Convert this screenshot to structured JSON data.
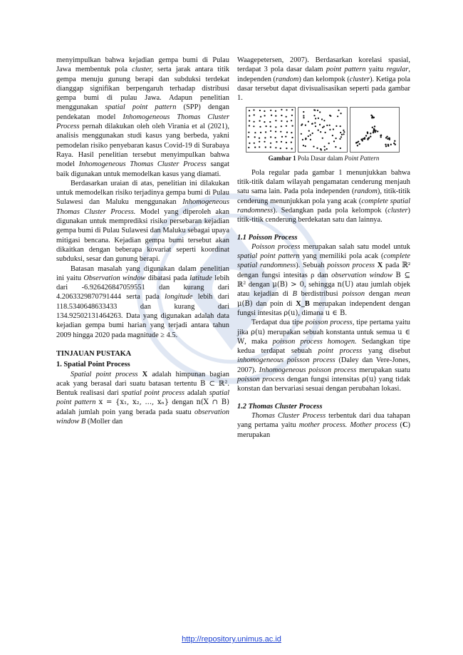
{
  "left": {
    "p1": [
      {
        "t": "menyimpulkan bahwa kejadian gempa bumi di Pulau Jawa membentuk pola "
      },
      {
        "t": "cluster,",
        "i": true
      },
      {
        "t": " serta jarak antara titik gempa menuju gunung berapi dan subduksi terdekat dianggap signifikan berpengaruh terhadap distribusi gempa bumi di pulau Jawa. Adapun penelitian menggunakan "
      },
      {
        "t": "spatial point pattern",
        "i": true
      },
      {
        "t": " (SPP) dengan pendekatan model "
      },
      {
        "t": "Inhomogeneous Thomas Cluster Process",
        "i": true
      },
      {
        "t": " pernah dilakukan oleh oleh Virania et al (2021), analisis menggunakan studi kasus yang berbeda, yakni pemodelan risiko penyebaran kasus Covid-19 di Surabaya Raya. Hasil penelitian tersebut menyimpulkan bahwa model "
      },
      {
        "t": "Inhomogeneous Thomas Cluster Process",
        "i": true
      },
      {
        "t": " sangat baik digunakan untuk memodelkan kasus yang diamati."
      }
    ],
    "p2": [
      {
        "t": "Berdasarkan uraian di atas, penelitian ini dilakukan untuk memodelkan risiko terjadinya gempa bumi di Pulau Sulawesi dan Maluku menggunakan "
      },
      {
        "t": "Inhomogeneous Thomas Cluster Process.",
        "i": true
      },
      {
        "t": " Model yang diperoleh akan digunakan untuk memprediksi risiko persebaran kejadian gempa bumi di Pulau Sulawesi dan Maluku sebagai upaya mitigasi bencana. Kejadian gempa bumi tersebut akan dikaitkan dengan beberapa kovariat seperti koordinat subduksi, sesar dan gunung berapi."
      }
    ],
    "p3": [
      {
        "t": "Batasan masalah yang digunakan dalam penelitian ini yaitu "
      },
      {
        "t": "Observation window",
        "i": true
      },
      {
        "t": " dibatasi pada "
      },
      {
        "t": "latitude",
        "i": true
      },
      {
        "t": " lebih dari -6.926426847059551 dan kurang dari 4.2063329870791444 serta pada "
      },
      {
        "t": "longitude",
        "i": true
      },
      {
        "t": " lebih dari 118.5340648633433 dan kurang dari 134.92502131464263. Data yang digunakan adalah data kejadian gempa bumi harian yang terjadi antara tahun 2009 hingga 2020 pada magnitude ≥ 4.5."
      }
    ],
    "heading": "TINJAUAN PUSTAKA",
    "subheading": "1.  Spatial Point Process",
    "p4": [
      {
        "t": "Spatial point process",
        "i": true
      },
      {
        "t": " X",
        "b": true
      },
      {
        "t": " adalah himpunan bagian acak yang berasal dari suatu batasan tertentu "
      },
      {
        "t": "B ⊂ ℝ²",
        "m": true
      },
      {
        "t": ". Bentuk realisasi dari "
      },
      {
        "t": "spatial point process",
        "i": true
      },
      {
        "t": " adalah "
      },
      {
        "t": "spatial point pattern",
        "i": true
      },
      {
        "t": " "
      },
      {
        "t": "x = {x₁, x₂, ..., xₙ}",
        "m": true
      },
      {
        "t": " dengan "
      },
      {
        "t": "n(X ∩ B)",
        "m": true
      },
      {
        "t": " adalah jumlah poin yang berada pada suatu "
      },
      {
        "t": "observation window B",
        "i": true
      },
      {
        "t": " (Moller dan"
      }
    ]
  },
  "right": {
    "p1": [
      {
        "t": "Waagepetersen, 2007). Berdasarkan korelasi spasial, terdapat 3 pola dasar dalam "
      },
      {
        "t": "point pattern",
        "i": true
      },
      {
        "t": " yaitu "
      },
      {
        "t": "regular",
        "i": true
      },
      {
        "t": ", independen ("
      },
      {
        "t": "random",
        "i": true
      },
      {
        "t": ") dan kelompok ("
      },
      {
        "t": "cluster",
        "i": true
      },
      {
        "t": "). Ketiga pola dasar tersebut dapat divisualisasikan seperti pada gambar 1."
      }
    ],
    "caption_bold": "Gambar 1",
    "caption_text": " Pola Dasar dalam ",
    "caption_italic": "Point Pattern",
    "p2": [
      {
        "t": "Pola regular pada gambar 1 menunjukkan bahwa titik-titik dalam wilayah pengamatan cenderung menjauh satu sama lain. Pada pola independen ("
      },
      {
        "t": "random",
        "i": true
      },
      {
        "t": "), titik-titik cenderung menunjukkan pola yang acak ("
      },
      {
        "t": "complete spatial randomness",
        "i": true
      },
      {
        "t": "). Sedangkan pada pola kelompok ("
      },
      {
        "t": "cluster",
        "i": true
      },
      {
        "t": ") titik-titik cenderung berdekatan satu dan lainnya."
      }
    ],
    "sub1": "1.1   Poisson Process",
    "p3": [
      {
        "t": "Poisson process",
        "i": true
      },
      {
        "t": " merupakan salah satu model untuk "
      },
      {
        "t": "spatial point pattern",
        "i": true
      },
      {
        "t": " yang memiliki pola acak ("
      },
      {
        "t": "complete spatial randomness",
        "i": true
      },
      {
        "t": "). Sebuah "
      },
      {
        "t": "poisson process",
        "i": true
      },
      {
        "t": " X",
        "b": true
      },
      {
        "t": " pada ℝ² dengan fungsi intesitas ρ dan "
      },
      {
        "t": "observation window",
        "i": true
      },
      {
        "t": " "
      },
      {
        "t": "B ⊆ ℝ²",
        "m": true
      },
      {
        "t": " dengan "
      },
      {
        "t": "μ(B) > 0",
        "m": true
      },
      {
        "t": ", sehingga "
      },
      {
        "t": "n(U)",
        "m": true
      },
      {
        "t": " atau jumlah objek atau kejadian di "
      },
      {
        "t": "B",
        "i": true
      },
      {
        "t": " berdistribusi "
      },
      {
        "t": "poisson",
        "i": true
      },
      {
        "t": " dengan "
      },
      {
        "t": "mean",
        "i": true
      },
      {
        "t": " "
      },
      {
        "t": "μ(B)",
        "m": true
      },
      {
        "t": " dan poin di "
      },
      {
        "t": "X_B",
        "b": true
      },
      {
        "t": " merupakan independent dengan fungsi intesitas "
      },
      {
        "t": "ρ(u)",
        "m": true
      },
      {
        "t": ", dimana "
      },
      {
        "t": "u ∈ B",
        "m": true
      },
      {
        "t": "."
      }
    ],
    "p4": [
      {
        "t": "Terdapat dua tipe "
      },
      {
        "t": "poisson process,",
        "i": true
      },
      {
        "t": " tipe pertama yaitu jika "
      },
      {
        "t": "ρ(u)",
        "m": true
      },
      {
        "t": " merupakan sebuah konstanta untuk semua "
      },
      {
        "t": "u ∈ W",
        "m": true
      },
      {
        "t": ", maka "
      },
      {
        "t": "poisson process homogen.",
        "i": true
      },
      {
        "t": " Sedangkan tipe kedua terdapat sebuah "
      },
      {
        "t": "point process",
        "i": true
      },
      {
        "t": " yang disebut "
      },
      {
        "t": "inhomogeneous poisson process",
        "i": true
      },
      {
        "t": " (Daley dan Vere-Jones, 2007). "
      },
      {
        "t": "Inhomogeneous poisson process",
        "i": true
      },
      {
        "t": " merupakan suatu "
      },
      {
        "t": "poisson process",
        "i": true
      },
      {
        "t": " dengan fungsi intensitas "
      },
      {
        "t": "ρ(u)",
        "m": true
      },
      {
        "t": " yang tidak konstan dan bervariasi sesuai dengan perubahan lokasi."
      }
    ],
    "sub2": "1.2   Thomas Cluster Process",
    "p5": [
      {
        "t": "Thomas Cluster Process",
        "i": true
      },
      {
        "t": " terbentuk dari dua tahapan yang pertama yaitu "
      },
      {
        "t": "mother process. Mother process",
        "i": true
      },
      {
        "t": " ("
      },
      {
        "t": "C",
        "b": true
      },
      {
        "t": ") merupakan"
      }
    ]
  },
  "footer": "http://repository.unimus.ac.id"
}
